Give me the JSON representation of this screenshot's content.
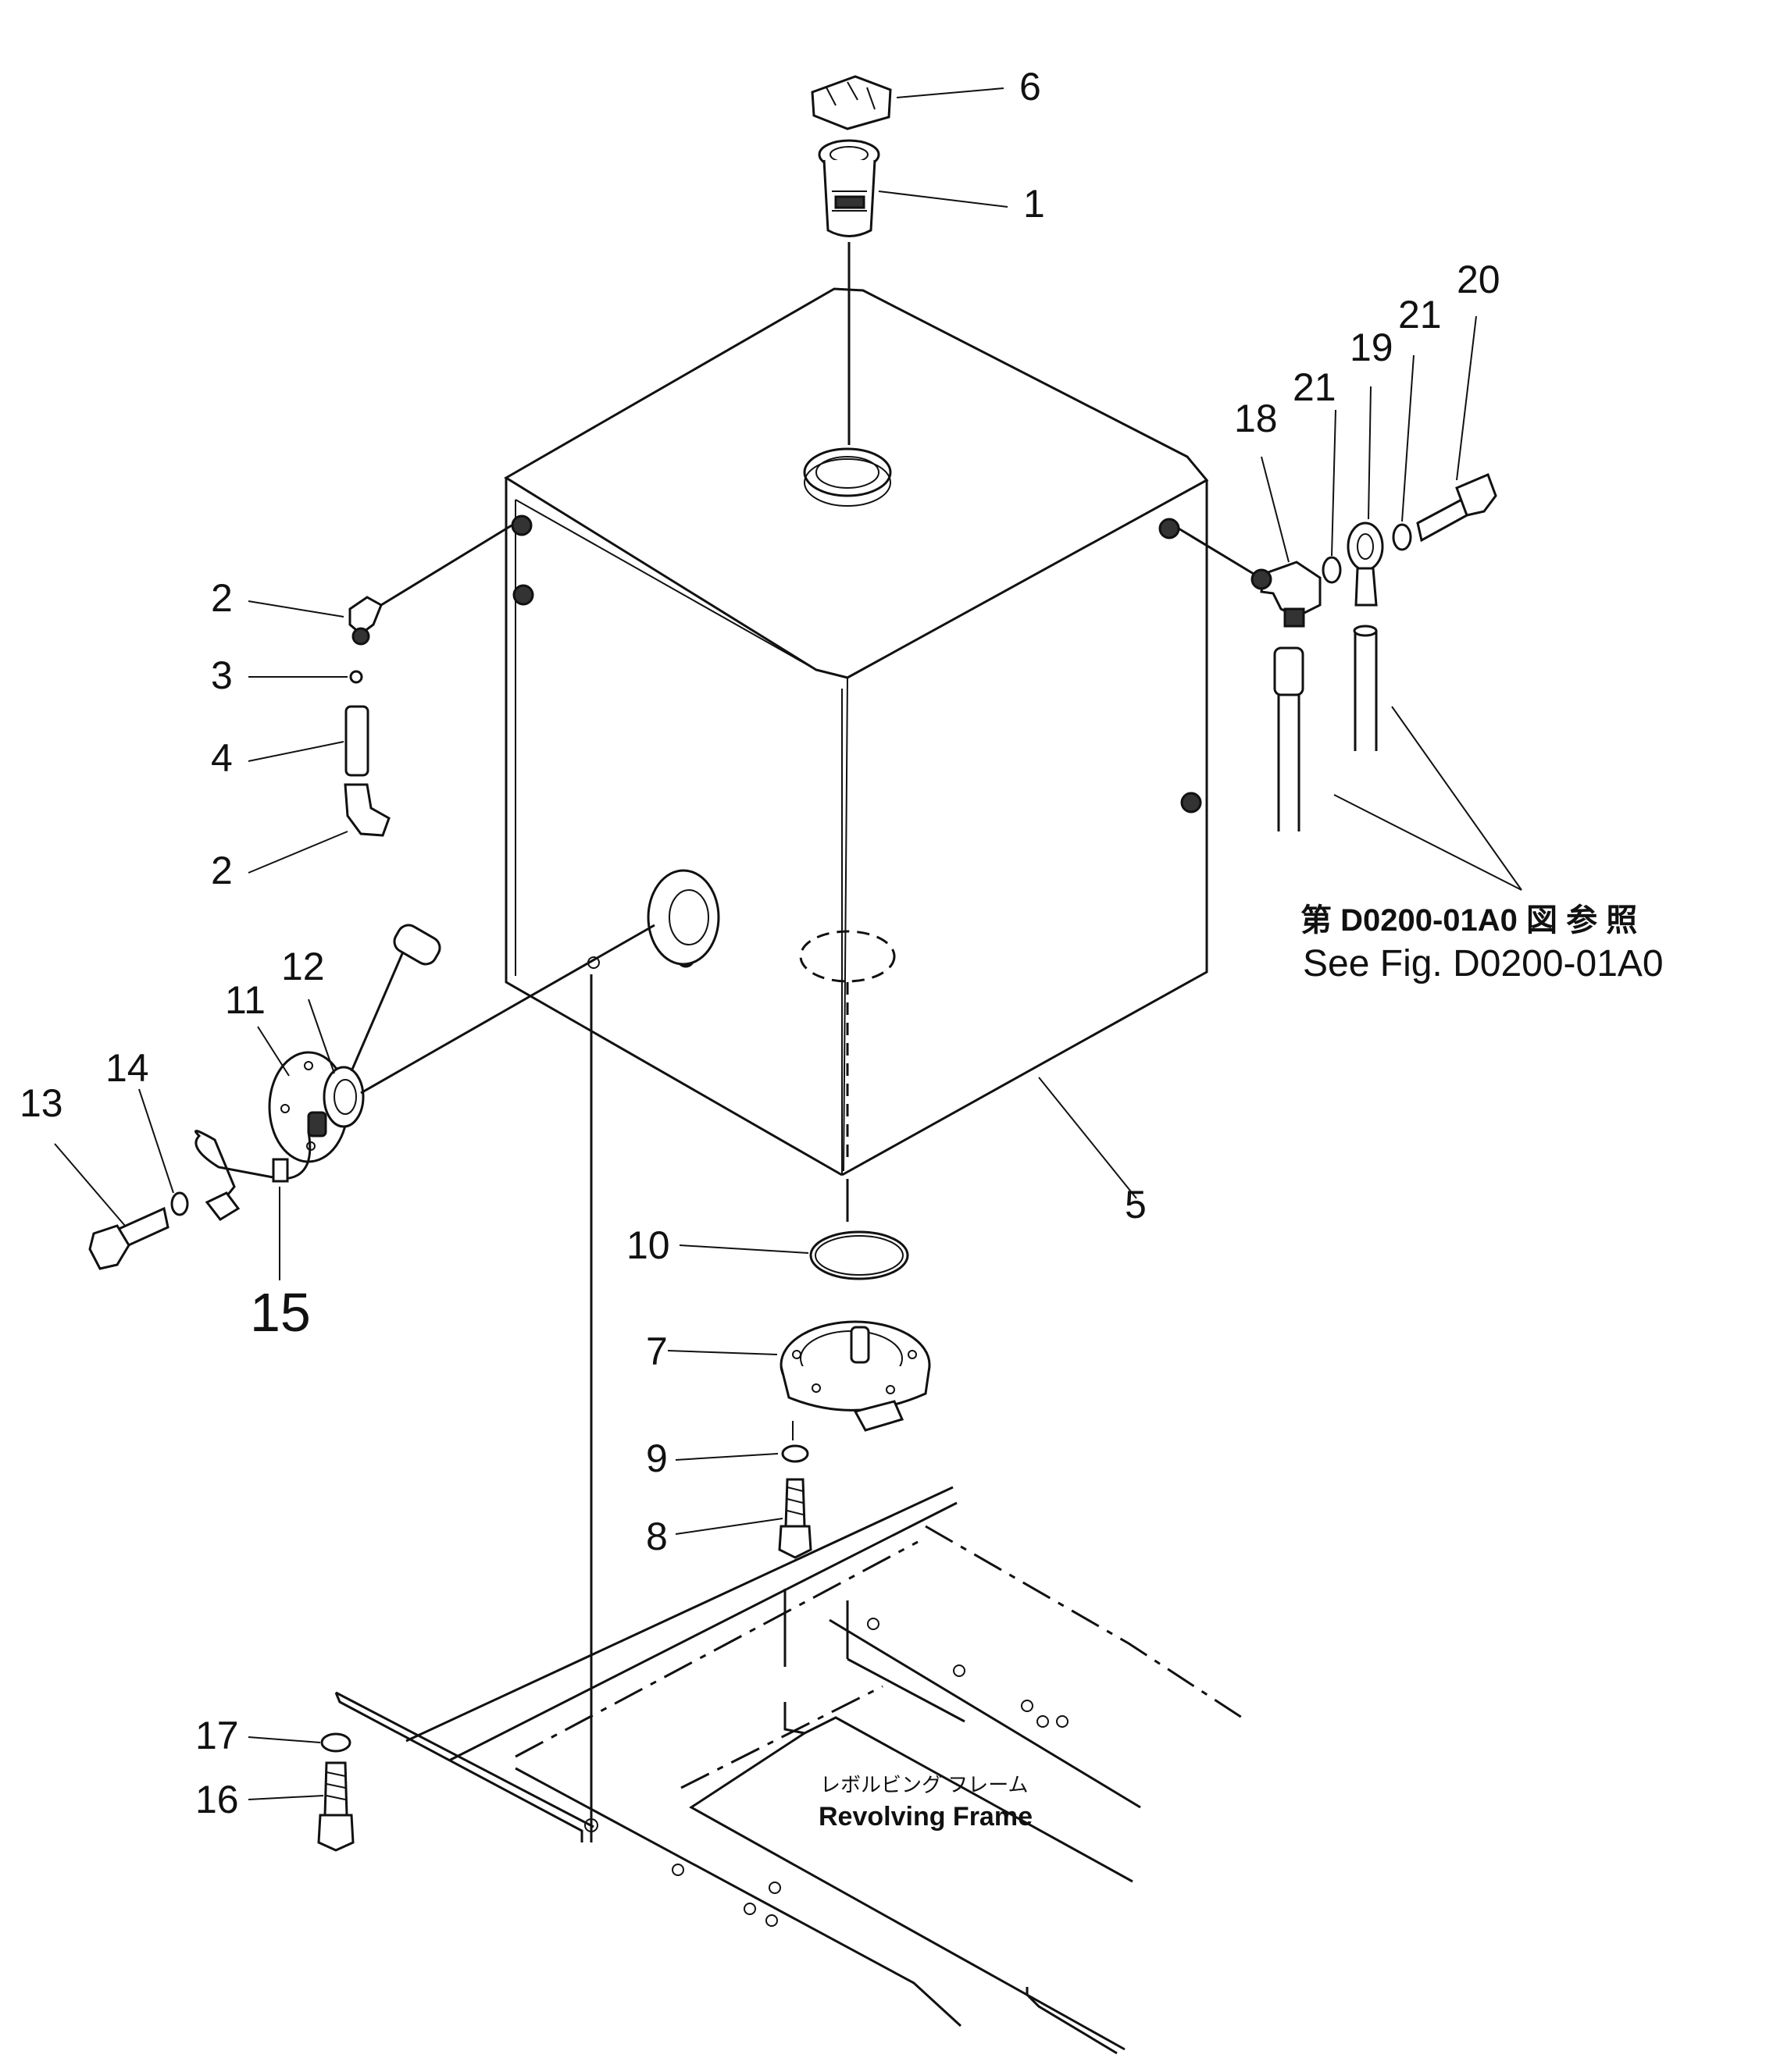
{
  "callouts": [
    {
      "id": "6",
      "text": "6"
    },
    {
      "id": "1",
      "text": "1"
    },
    {
      "id": "20",
      "text": "20"
    },
    {
      "id": "21a",
      "text": "21"
    },
    {
      "id": "19",
      "text": "19"
    },
    {
      "id": "21b",
      "text": "21"
    },
    {
      "id": "18",
      "text": "18"
    },
    {
      "id": "2a",
      "text": "2"
    },
    {
      "id": "3",
      "text": "3"
    },
    {
      "id": "4",
      "text": "4"
    },
    {
      "id": "2b",
      "text": "2"
    },
    {
      "id": "12",
      "text": "12"
    },
    {
      "id": "11",
      "text": "11"
    },
    {
      "id": "14",
      "text": "14"
    },
    {
      "id": "13",
      "text": "13"
    },
    {
      "id": "15",
      "text": "15"
    },
    {
      "id": "5",
      "text": "5"
    },
    {
      "id": "10",
      "text": "10"
    },
    {
      "id": "7",
      "text": "7"
    },
    {
      "id": "9",
      "text": "9"
    },
    {
      "id": "8",
      "text": "8"
    },
    {
      "id": "17",
      "text": "17"
    },
    {
      "id": "16",
      "text": "16"
    }
  ],
  "reference": {
    "jp": "第 D0200-01A0 図 参 照",
    "en": "See Fig. D0200-01A0"
  },
  "frame": {
    "jp": "レボルビング フレーム",
    "en": "Revolving Frame"
  }
}
